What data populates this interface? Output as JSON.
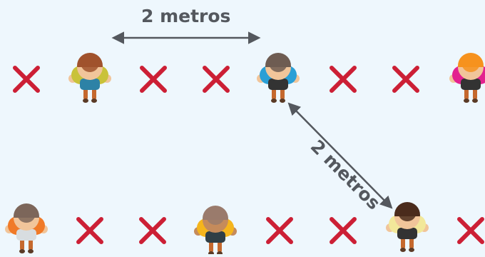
{
  "labels": {
    "horizontal_distance": "2 metros",
    "diagonal_distance": "2 metros"
  },
  "colors": {
    "background": "#eef7fd",
    "cross": "#cc1f35",
    "arrow": "#54585e",
    "label": "#54585e"
  },
  "people": [
    {
      "name": "person-yellow-shirt-top",
      "shirt": "#c9c23a",
      "hair": "#a0522d",
      "pants": "#2d82a6",
      "skin": "#f1c59a"
    },
    {
      "name": "person-blue-shirt-top",
      "shirt": "#2a9fd6",
      "hair": "#6e5c52",
      "pants": "#333333",
      "skin": "#f1c59a"
    },
    {
      "name": "person-pink-shirt-top",
      "shirt": "#e3218f",
      "hair": "#f6921e",
      "pants": "#333333",
      "skin": "#f1c59a"
    },
    {
      "name": "person-orange-shirt-bottom",
      "shirt": "#f07a28",
      "hair": "#7c665a",
      "pants": "#d8dde0",
      "skin": "#f1c59a"
    },
    {
      "name": "person-curly-hair-bottom",
      "shirt": "#f5b51c",
      "hair": "#9a7b6c",
      "pants": "#2f3f46",
      "skin": "#c58b5b"
    },
    {
      "name": "person-light-yellow-shirt-bottom",
      "shirt": "#f2e89a",
      "hair": "#4a2b1c",
      "pants": "#333333",
      "skin": "#f1c59a"
    }
  ]
}
